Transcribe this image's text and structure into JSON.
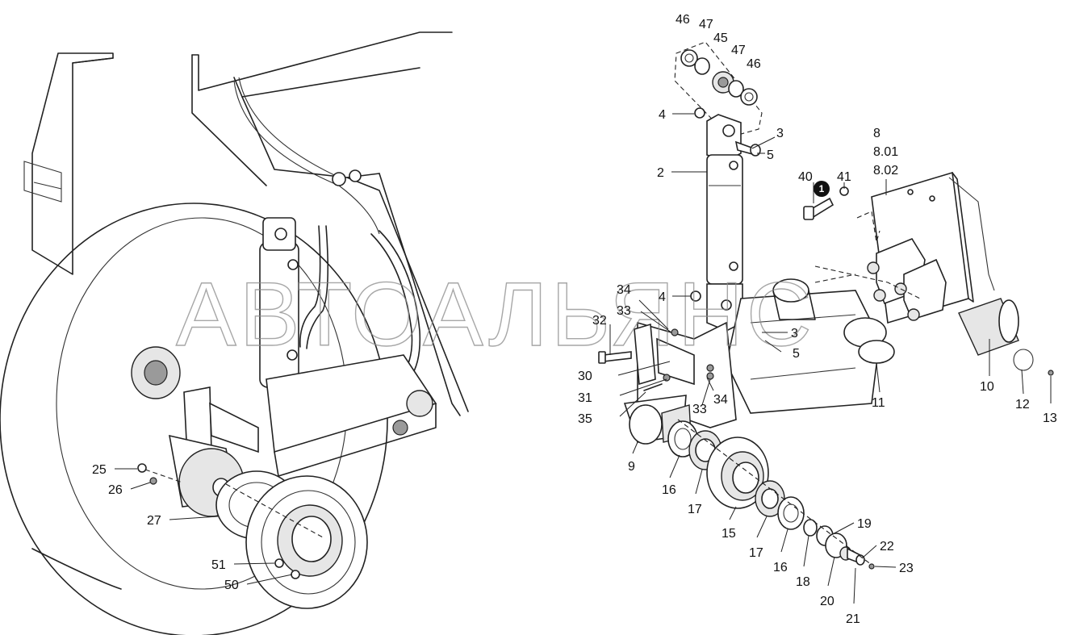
{
  "watermark": "АВТОАЛЬЯНС",
  "badge": "1",
  "callouts": [
    "46",
    "47",
    "45",
    "47",
    "46",
    "4",
    "3",
    "5",
    "2",
    "40",
    "41",
    "8",
    "8.01",
    "8.02",
    "34",
    "4",
    "33",
    "32",
    "3",
    "5",
    "30",
    "34",
    "31",
    "33",
    "35",
    "11",
    "10",
    "12",
    "13",
    "9",
    "16",
    "17",
    "15",
    "19",
    "17",
    "22",
    "16",
    "23",
    "18",
    "20",
    "21",
    "25",
    "26",
    "27",
    "51",
    "50"
  ]
}
